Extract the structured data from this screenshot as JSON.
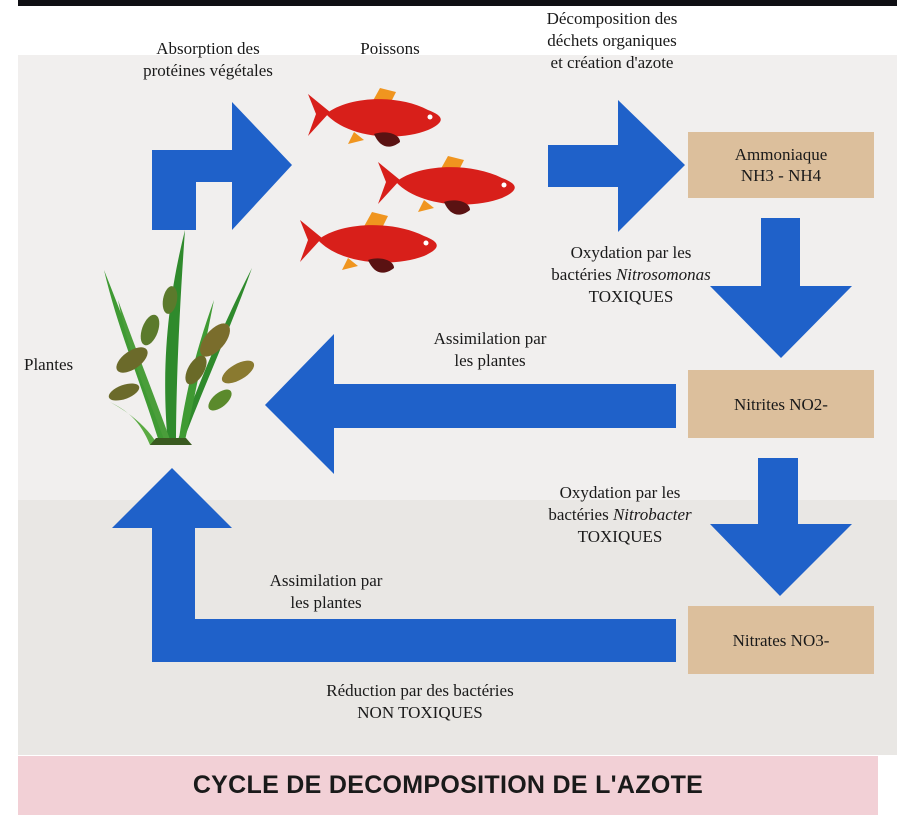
{
  "labels": {
    "absorption_line1": "Absorption des",
    "absorption_line2": "protéines végétales",
    "poissons": "Poissons",
    "decomposition_line1": "Décomposition des",
    "decomposition_line2": "déchets organiques",
    "decomposition_line3": "et création d'azote",
    "oxydation1_line1": "Oxydation par les",
    "oxydation1_line2_prefix": "bactéries ",
    "oxydation1_line2_italic": "Nitrosomonas",
    "oxydation1_line3": "TOXIQUES",
    "plantes": "Plantes",
    "assimilation1_line1": "Assimilation par",
    "assimilation1_line2": "les plantes",
    "oxydation2_line1": "Oxydation par les",
    "oxydation2_line2_prefix": "bactéries ",
    "oxydation2_line2_italic": "Nitrobacter",
    "oxydation2_line3": "TOXIQUES",
    "assimilation2_line1": "Assimilation par",
    "assimilation2_line2": "les plantes",
    "reduction_line1": "Réduction par des bactéries",
    "reduction_line2": "NON TOXIQUES"
  },
  "boxes": {
    "ammoniaque_line1": "Ammoniaque",
    "ammoniaque_line2": "NH3 - NH4",
    "nitrites": "Nitrites NO2-",
    "nitrates": "Nitrates NO3-"
  },
  "title": "CYCLE DE DECOMPOSITION DE L'AZOTE",
  "icons": [
    "fish-icon",
    "plant-icon",
    "arrow-icon"
  ],
  "colors": {
    "arrow": "#1f61c9",
    "fish": "#d81f1a",
    "fin": "#f0951f",
    "box": "#dcbf9c",
    "title_band": "#f2d0d6"
  }
}
